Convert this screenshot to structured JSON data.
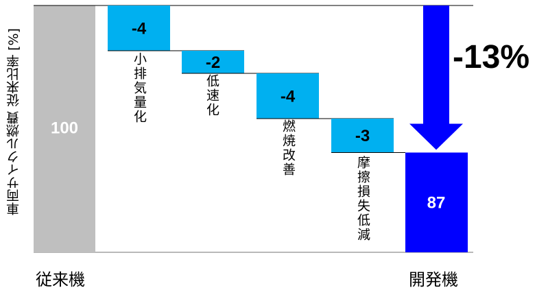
{
  "chart_data": {
    "type": "waterfall",
    "ylabel": "車両サイクル燃費 従来比率 [%]",
    "start": {
      "label": "従来機",
      "value": 100,
      "value_label": "100",
      "color": "#bfbfbf"
    },
    "steps": [
      {
        "label": "小排気量化",
        "delta": -4,
        "value_label": "-4"
      },
      {
        "label": "低速化",
        "delta": -2,
        "value_label": "-2"
      },
      {
        "label": "燃焼改善",
        "delta": -4,
        "value_label": "-4"
      },
      {
        "label": "摩擦損失低減",
        "delta": -3,
        "value_label": "-3"
      }
    ],
    "step_color": "#00b0f0",
    "end": {
      "label": "開発機",
      "value": 87,
      "value_label": "87",
      "color": "#0000ff"
    },
    "annotation": "-13%",
    "arrow_color": "#0000ff"
  }
}
